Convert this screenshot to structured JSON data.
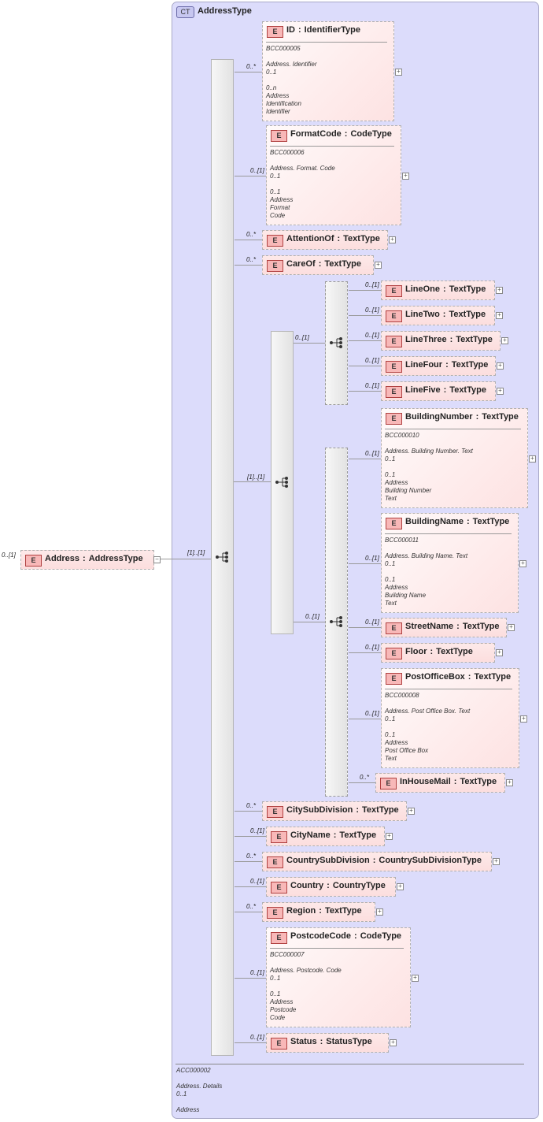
{
  "complex_type": {
    "badge": "CT",
    "name": "AddressType",
    "annotation": [
      "ACC000002",
      "",
      "Address. Details",
      "0..1",
      "",
      "Address"
    ]
  },
  "root": {
    "tag": "E",
    "name": "Address",
    "type": "AddressType",
    "cardinality": "0..[1]",
    "collapse": "−"
  },
  "seq_cardinalities": {
    "main": "[1]..[1]",
    "inner": "[1]..[1]",
    "lines_choice": "0..[1]",
    "building_choice": "0..[1]"
  },
  "elements": [
    {
      "id": "id",
      "name": "ID",
      "type": "IdentifierType",
      "card": "0..*",
      "tag": "E",
      "annotation": [
        "BCC000005",
        "",
        "Address. Identifier",
        "0..1",
        "",
        "0..n",
        "Address",
        "Identification",
        "Identifier"
      ]
    },
    {
      "id": "formatcode",
      "name": "FormatCode",
      "type": "CodeType",
      "card": "0..[1]",
      "tag": "E",
      "annotation": [
        "BCC000006",
        "",
        "Address. Format. Code",
        "0..1",
        "",
        "0..1",
        "Address",
        "Format",
        "Code"
      ]
    },
    {
      "id": "attentionof",
      "name": "AttentionOf",
      "type": "TextType",
      "card": "0..*",
      "tag": "E"
    },
    {
      "id": "careof",
      "name": "CareOf",
      "type": "TextType",
      "card": "0..*",
      "tag": "E"
    },
    {
      "id": "lineone",
      "name": "LineOne",
      "type": "TextType",
      "card": "0..[1]",
      "tag": "E"
    },
    {
      "id": "linetwo",
      "name": "LineTwo",
      "type": "TextType",
      "card": "0..[1]",
      "tag": "E"
    },
    {
      "id": "linethree",
      "name": "LineThree",
      "type": "TextType",
      "card": "0..[1]",
      "tag": "E"
    },
    {
      "id": "linefour",
      "name": "LineFour",
      "type": "TextType",
      "card": "0..[1]",
      "tag": "E"
    },
    {
      "id": "linefive",
      "name": "LineFive",
      "type": "TextType",
      "card": "0..[1]",
      "tag": "E"
    },
    {
      "id": "buildingnumber",
      "name": "BuildingNumber",
      "type": "TextType",
      "card": "0..[1]",
      "tag": "E",
      "annotation": [
        "BCC000010",
        "",
        "Address. Building Number. Text",
        "0..1",
        "",
        "0..1",
        "Address",
        "Building Number",
        "Text"
      ]
    },
    {
      "id": "buildingname",
      "name": "BuildingName",
      "type": "TextType",
      "card": "0..[1]",
      "tag": "E",
      "annotation": [
        "BCC000011",
        "",
        "Address. Building Name. Text",
        "0..1",
        "",
        "0..1",
        "Address",
        "Building Name",
        "Text"
      ]
    },
    {
      "id": "streetname",
      "name": "StreetName",
      "type": "TextType",
      "card": "0..[1]",
      "tag": "E"
    },
    {
      "id": "floor",
      "name": "Floor",
      "type": "TextType",
      "card": "0..[1]",
      "tag": "E"
    },
    {
      "id": "postofficebox",
      "name": "PostOfficeBox",
      "type": "TextType",
      "card": "0..[1]",
      "tag": "E",
      "annotation": [
        "BCC000008",
        "",
        "Address. Post Office Box. Text",
        "0..1",
        "",
        "0..1",
        "Address",
        "Post Office Box",
        "Text"
      ]
    },
    {
      "id": "inhousemail",
      "name": "InHouseMail",
      "type": "TextType",
      "card": "0..*",
      "tag": "E"
    },
    {
      "id": "citysubdivision",
      "name": "CitySubDivision",
      "type": "TextType",
      "card": "0..*",
      "tag": "E"
    },
    {
      "id": "cityname",
      "name": "CityName",
      "type": "TextType",
      "card": "0..[1]",
      "tag": "E"
    },
    {
      "id": "countrysubdivision",
      "name": "CountrySubDivision",
      "type": "CountrySubDivisionType",
      "card": "0..*",
      "tag": "E"
    },
    {
      "id": "country",
      "name": "Country",
      "type": "CountryType",
      "card": "0..[1]",
      "tag": "E"
    },
    {
      "id": "region",
      "name": "Region",
      "type": "TextType",
      "card": "0..*",
      "tag": "E"
    },
    {
      "id": "postcodecode",
      "name": "PostcodeCode",
      "type": "CodeType",
      "card": "0..[1]",
      "tag": "E",
      "annotation": [
        "BCC000007",
        "",
        "Address. Postcode. Code",
        "0..1",
        "",
        "0..1",
        "Address",
        "Postcode",
        "Code"
      ]
    },
    {
      "id": "status",
      "name": "Status",
      "type": "StatusType",
      "card": "0..[1]",
      "tag": "E"
    }
  ],
  "expand_glyph": "+",
  "colors": {
    "ct_bg": "#dcdcfb",
    "element_bg": "#fde9e9",
    "element_tag": "#f8b8b8",
    "line": "#999999"
  }
}
